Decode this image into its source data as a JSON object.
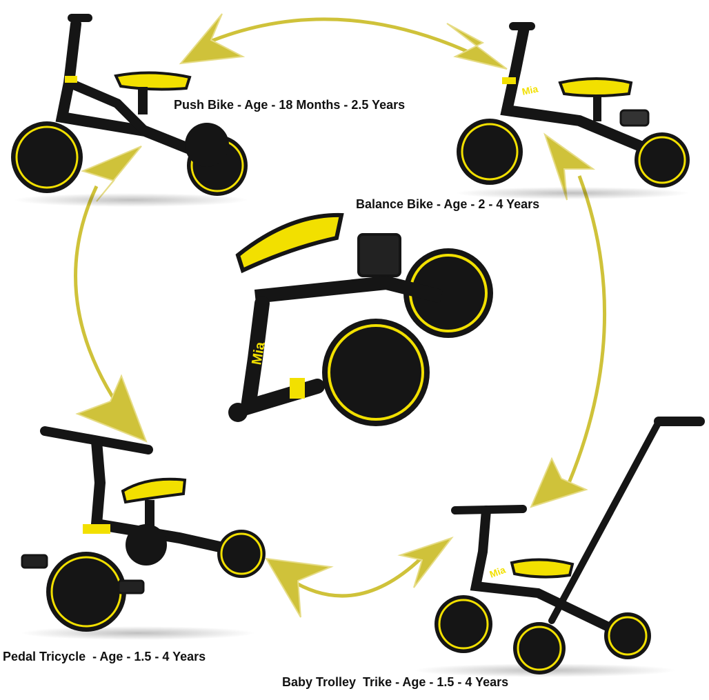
{
  "captions": {
    "push_bike": "Push Bike - Age - 18 Months - 2.5 Years",
    "balance_bike": "Balance Bike - Age - 2 - 4 Years",
    "pedal_tricycle": "Pedal Tricycle  - Age - 1.5 - 4 Years",
    "baby_trolley_trike": "Baby Trolley  Trike - Age - 1.5 - 4 Years"
  },
  "brand_logo_text": "Mia",
  "colors": {
    "frame": "#151515",
    "accent_yellow": "#f2e000",
    "arrow": "#cfc23a",
    "arrow_light": "#e6dc86",
    "background": "#ffffff",
    "caption_text": "#111111"
  }
}
